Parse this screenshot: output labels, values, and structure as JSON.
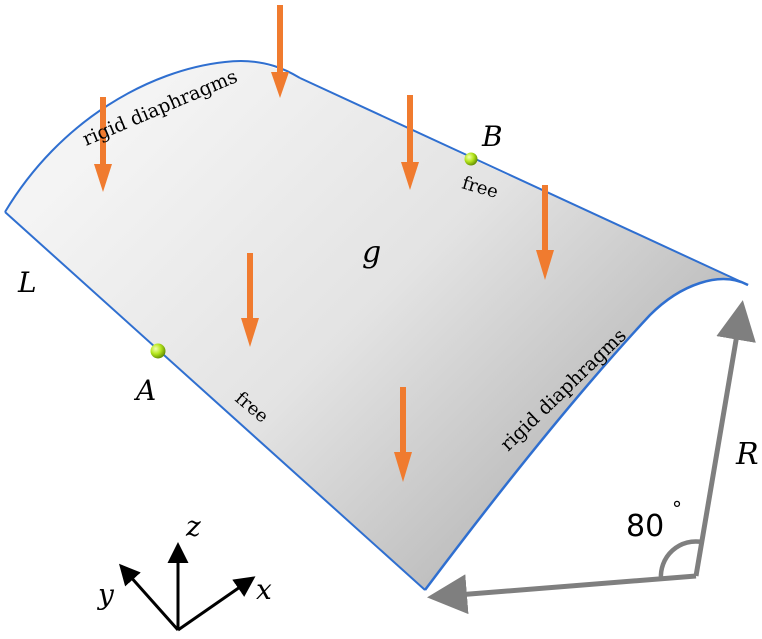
{
  "labels": {
    "diaphragm_top": "rigid diaphragms",
    "diaphragm_right": "rigid diaphragms",
    "free_top": "free",
    "free_bottom": "free",
    "point_a": "A",
    "point_b": "B",
    "length": "L",
    "gravity": "g",
    "radius": "R",
    "angle": "80",
    "angle_unit": "°",
    "axis_x": "x",
    "axis_y": "y",
    "axis_z": "z"
  },
  "colors": {
    "shell_edge": "#2f6fd0",
    "shell_light": "#f4f4f4",
    "shell_dark": "#bdbdbd",
    "load_arrow": "#f07b2f",
    "dimension": "#7f7f7f",
    "point_marker": "#b5e61d",
    "axes": "#000000"
  },
  "icons": {
    "load": "down-arrow",
    "point": "sphere-marker"
  }
}
